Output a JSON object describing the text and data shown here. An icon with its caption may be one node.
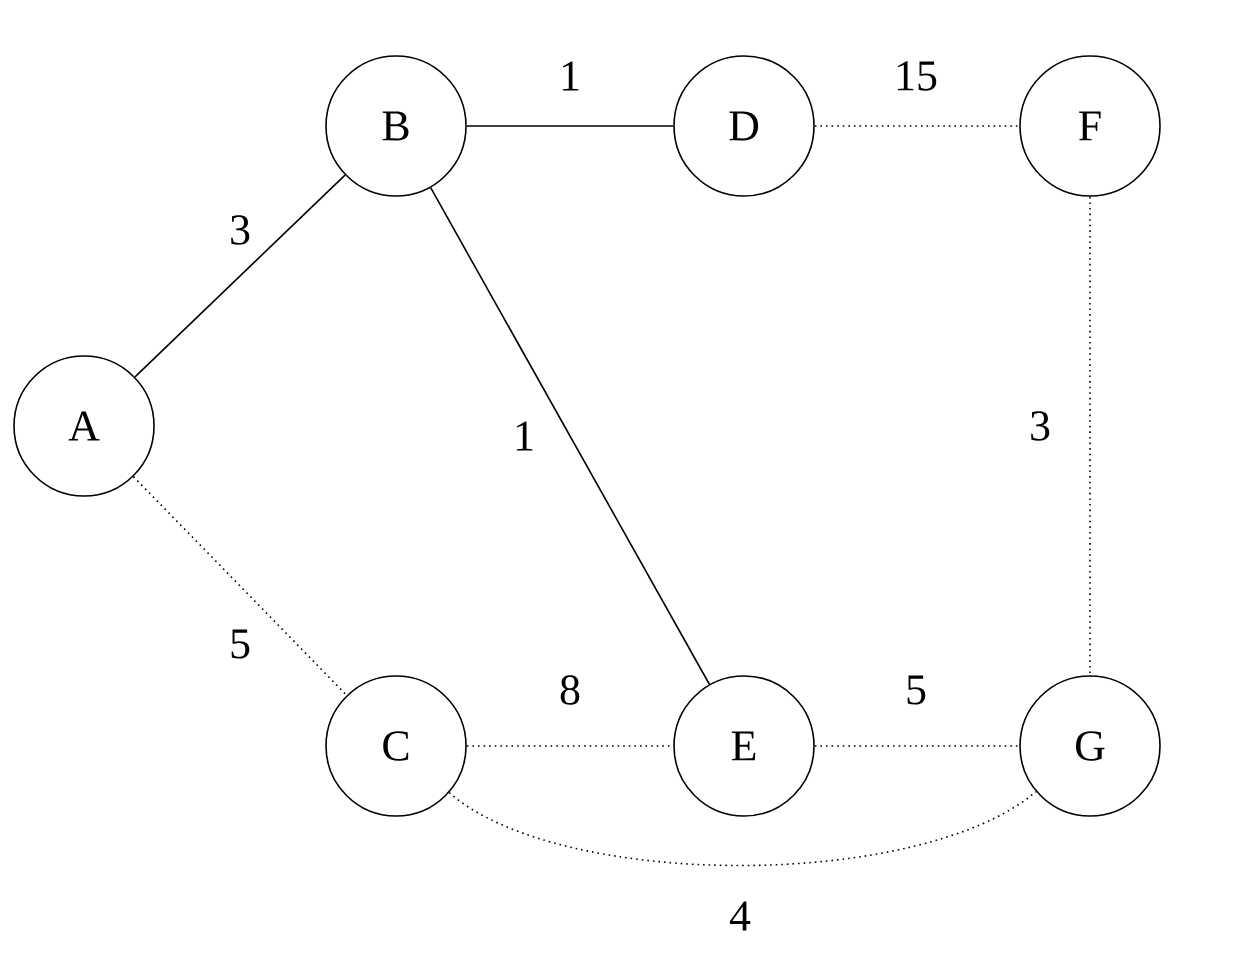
{
  "diagram": {
    "nodes": [
      {
        "text": [
          "A"
        ]
      },
      {
        "text": [
          "B"
        ]
      },
      {
        "text": [
          "C"
        ]
      },
      {
        "text": [
          "D"
        ]
      },
      {
        "text": [
          "E"
        ]
      },
      {
        "text": [
          "F"
        ]
      },
      {
        "text": [
          "G"
        ]
      }
    ],
    "edges": [
      {
        "from": 0,
        "to": 1,
        "arrow": "none",
        "label": "3"
      },
      {
        "from": 1,
        "to": 3,
        "arrow": "none",
        "label": "1"
      },
      {
        "from": 3,
        "to": 5,
        "arrow": "none",
        "label": "15",
        "style": "dashed"
      },
      {
        "from": 1,
        "to": 4,
        "arrow": "none",
        "label": "1"
      },
      {
        "from": 5,
        "to": 6,
        "arrow": "none",
        "label": "3",
        "style": "dashed"
      },
      {
        "from": 0,
        "to": 2,
        "arrow": "none",
        "label": "5",
        "style": "dashed"
      },
      {
        "from": 2,
        "to": 4,
        "arrow": "none",
        "label": "8",
        "style": "dashed"
      },
      {
        "from": 4,
        "to": 6,
        "arrow": "none",
        "label": "5",
        "style": "dashed"
      },
      {
        "from": 2,
        "to": 6,
        "arrow": "none",
        "label": "4",
        "style": "dashed"
      }
    ]
  }
}
